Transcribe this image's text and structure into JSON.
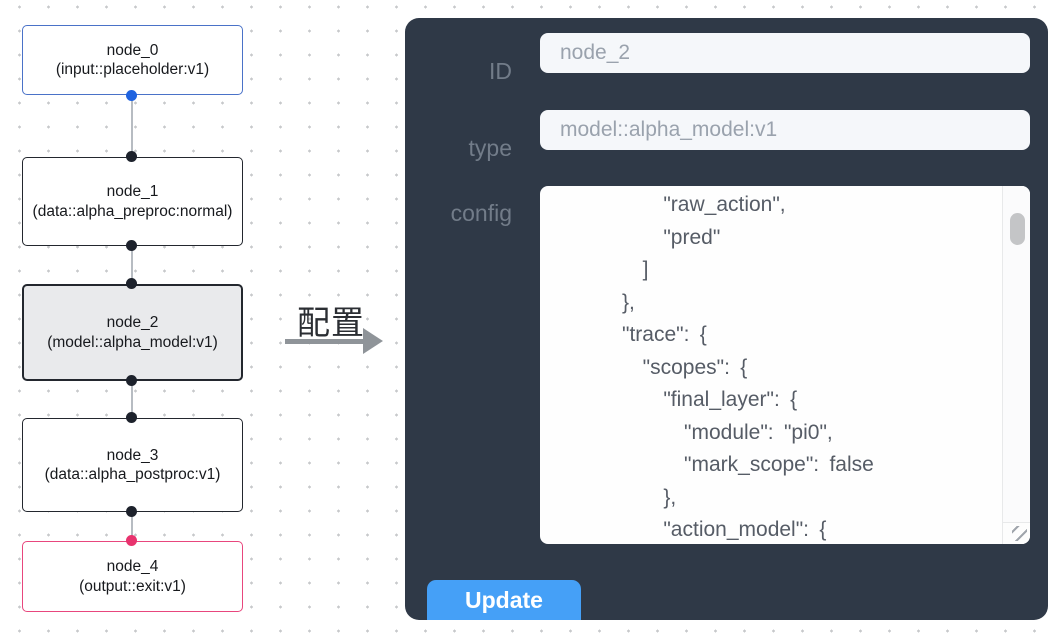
{
  "canvas": {
    "nodes": [
      {
        "title": "node_0",
        "subtitle": "(input::placeholder:v1)",
        "role": "input"
      },
      {
        "title": "node_1",
        "subtitle": "(data::alpha_preproc:normal)",
        "role": "processor"
      },
      {
        "title": "node_2",
        "subtitle": "(model::alpha_model:v1)",
        "role": "model-selected"
      },
      {
        "title": "node_3",
        "subtitle": "(data::alpha_postproc:v1)",
        "role": "processor"
      },
      {
        "title": "node_4",
        "subtitle": "(output::exit:v1)",
        "role": "output"
      }
    ]
  },
  "annotation": {
    "label": "配置"
  },
  "panel": {
    "id_label": "ID",
    "id_value": "node_2",
    "type_label": "type",
    "type_value": "model::alpha_model:v1",
    "config_label": "config",
    "config_visible_text": "          \"raw_action\",\n          \"pred\"\n        ]\n      },\n      \"trace\": {\n        \"scopes\": {\n          \"final_layer\": {\n            \"module\": \"pi0\",\n            \"mark_scope\": false\n          },\n          \"action_model\": {",
    "update_label": "Update"
  },
  "colors": {
    "panel_bg": "#2f3947",
    "button_blue": "#45a0f7",
    "input_node_border": "#4a72c8",
    "output_node_border": "#e8467d",
    "selected_node_bg": "#e9eaec",
    "handle_dark": "#1d222c",
    "handle_input_blue": "#1f63e0",
    "handle_output_pink": "#e8336e",
    "edge_gray": "#b7bcc2"
  }
}
